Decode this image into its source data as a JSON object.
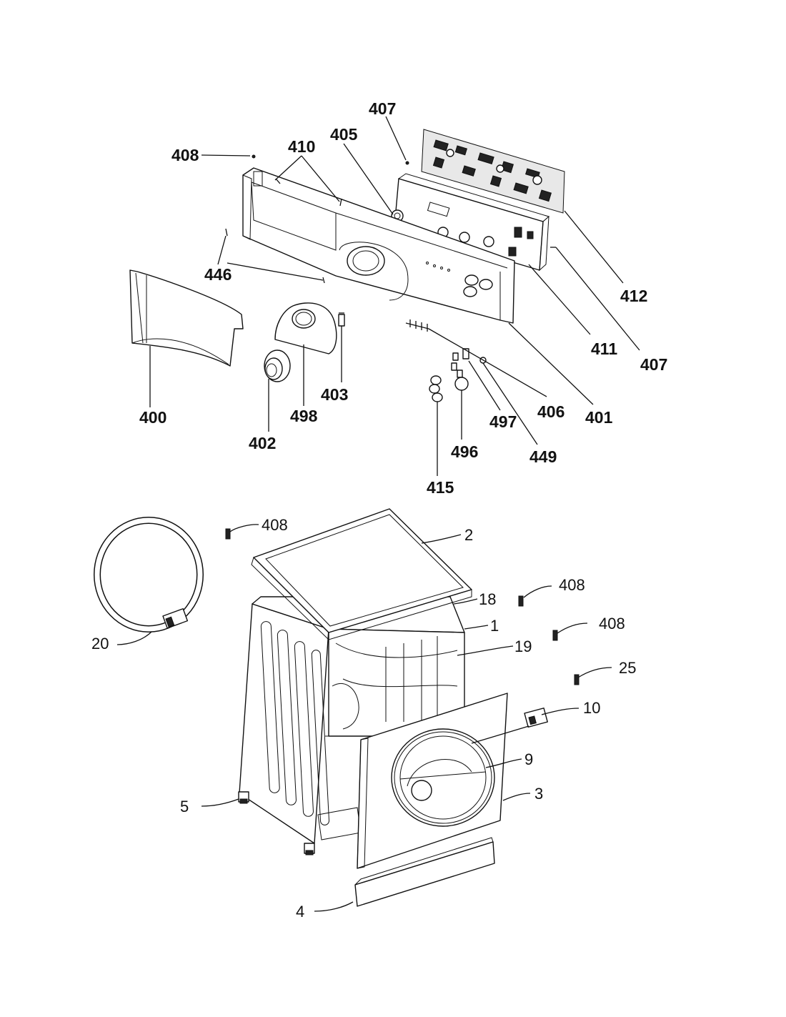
{
  "labels": {
    "l407a": "407",
    "l405": "405",
    "l408a": "408",
    "l410": "410",
    "l446": "446",
    "l412": "412",
    "l411": "411",
    "l407b": "407",
    "l400": "400",
    "l402": "402",
    "l498": "498",
    "l403": "403",
    "l406": "406",
    "l401": "401",
    "l497": "497",
    "l449": "449",
    "l496": "496",
    "l415": "415",
    "l408b": "408",
    "l2": "2",
    "l408c": "408",
    "l18": "18",
    "l1": "1",
    "l408d": "408",
    "l19": "19",
    "l20": "20",
    "l25": "25",
    "l10": "10",
    "l9": "9",
    "l3": "3",
    "l5": "5",
    "l4": "4"
  }
}
